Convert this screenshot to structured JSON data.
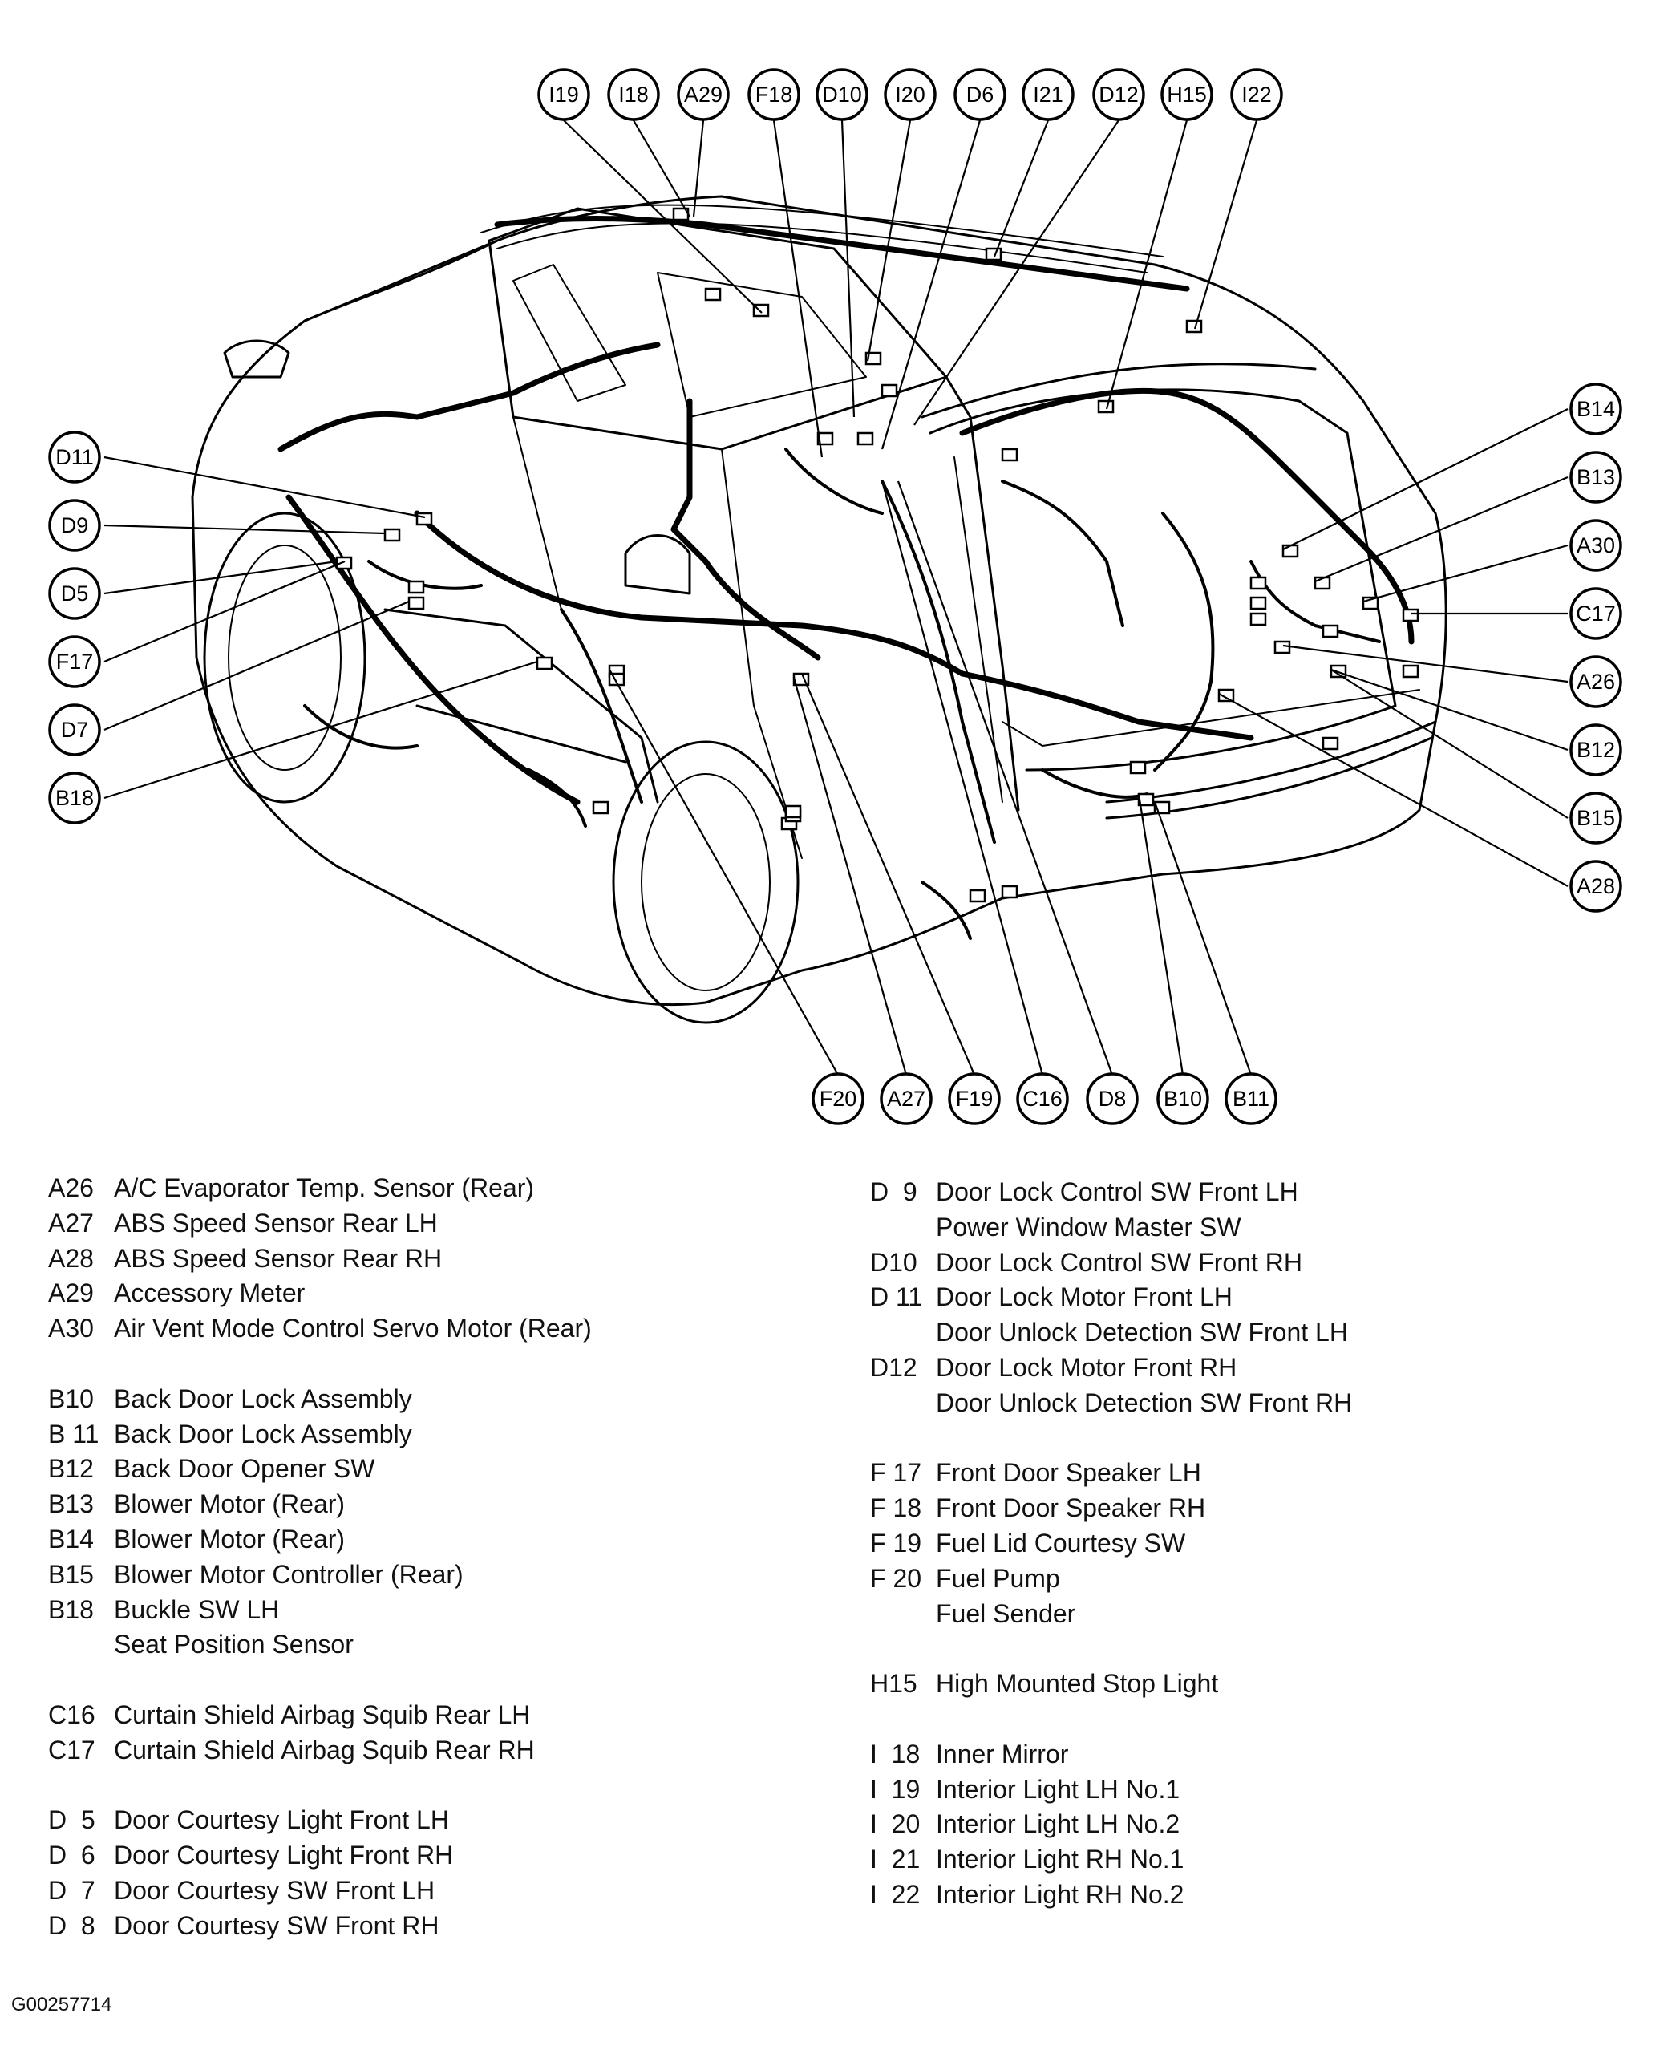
{
  "callouts": [
    {
      "id": "c-i19",
      "label": "I19"
    },
    {
      "id": "c-i18",
      "label": "I18"
    },
    {
      "id": "c-a29",
      "label": "A29"
    },
    {
      "id": "c-f18",
      "label": "F18"
    },
    {
      "id": "c-d10",
      "label": "D10"
    },
    {
      "id": "c-i20",
      "label": "I20"
    },
    {
      "id": "c-d6",
      "label": "D6"
    },
    {
      "id": "c-i21",
      "label": "I21"
    },
    {
      "id": "c-d12",
      "label": "D12"
    },
    {
      "id": "c-h15",
      "label": "H15"
    },
    {
      "id": "c-i22",
      "label": "I22"
    },
    {
      "id": "c-d11",
      "label": "D11"
    },
    {
      "id": "c-d9",
      "label": "D9"
    },
    {
      "id": "c-d5",
      "label": "D5"
    },
    {
      "id": "c-f17",
      "label": "F17"
    },
    {
      "id": "c-d7",
      "label": "D7"
    },
    {
      "id": "c-b18",
      "label": "B18"
    },
    {
      "id": "c-b14",
      "label": "B14"
    },
    {
      "id": "c-b13",
      "label": "B13"
    },
    {
      "id": "c-a30",
      "label": "A30"
    },
    {
      "id": "c-c17",
      "label": "C17"
    },
    {
      "id": "c-a26",
      "label": "A26"
    },
    {
      "id": "c-b12",
      "label": "B12"
    },
    {
      "id": "c-b15",
      "label": "B15"
    },
    {
      "id": "c-a28",
      "label": "A28"
    },
    {
      "id": "c-f20",
      "label": "F20"
    },
    {
      "id": "c-a27",
      "label": "A27"
    },
    {
      "id": "c-f19",
      "label": "F19"
    },
    {
      "id": "c-c16",
      "label": "C16"
    },
    {
      "id": "c-d8",
      "label": "D8"
    },
    {
      "id": "c-b10",
      "label": "B10"
    },
    {
      "id": "c-b11",
      "label": "B11"
    }
  ],
  "legend_left": [
    {
      "code": "A26",
      "desc": "A/C Evaporator Temp. Sensor (Rear)"
    },
    {
      "code": "A27",
      "desc": "ABS Speed Sensor Rear LH"
    },
    {
      "code": "A28",
      "desc": "ABS Speed Sensor Rear RH"
    },
    {
      "code": "A29",
      "desc": "Accessory Meter"
    },
    {
      "code": "A30",
      "desc": "Air Vent Mode Control Servo Motor (Rear)"
    },
    {
      "gap": true
    },
    {
      "code": "B10",
      "desc": "Back Door Lock Assembly"
    },
    {
      "code": "B 11",
      "desc": "Back Door Lock Assembly"
    },
    {
      "code": "B12",
      "desc": "Back Door Opener SW"
    },
    {
      "code": "B13",
      "desc": "Blower Motor (Rear)"
    },
    {
      "code": "B14",
      "desc": "Blower Motor (Rear)"
    },
    {
      "code": "B15",
      "desc": "Blower Motor Controller (Rear)"
    },
    {
      "code": "B18",
      "desc": "Buckle SW LH"
    },
    {
      "code": "",
      "desc": "Seat Position Sensor"
    },
    {
      "gap": true
    },
    {
      "code": "C16",
      "desc": "Curtain Shield Airbag Squib Rear LH"
    },
    {
      "code": "C17",
      "desc": "Curtain Shield Airbag Squib Rear RH"
    },
    {
      "gap": true
    },
    {
      "code": "D  5",
      "desc": "Door Courtesy Light Front LH"
    },
    {
      "code": "D  6",
      "desc": "Door Courtesy Light Front RH"
    },
    {
      "code": "D  7",
      "desc": "Door Courtesy SW Front LH"
    },
    {
      "code": "D  8",
      "desc": "Door Courtesy SW Front RH"
    }
  ],
  "legend_right": [
    {
      "code": "D  9",
      "desc": "Door Lock Control SW Front LH"
    },
    {
      "code": "",
      "desc": "Power Window Master SW"
    },
    {
      "code": "D10",
      "desc": "Door Lock Control SW Front RH"
    },
    {
      "code": "D 11",
      "desc": "Door Lock Motor Front LH"
    },
    {
      "code": "",
      "desc": "Door Unlock Detection SW Front LH"
    },
    {
      "code": "D12",
      "desc": "Door Lock Motor Front RH"
    },
    {
      "code": "",
      "desc": "Door Unlock Detection SW Front RH"
    },
    {
      "gap": true
    },
    {
      "code": "F 17",
      "desc": "Front Door Speaker LH"
    },
    {
      "code": "F 18",
      "desc": "Front Door Speaker RH"
    },
    {
      "code": "F 19",
      "desc": "Fuel Lid Courtesy SW"
    },
    {
      "code": "F 20",
      "desc": "Fuel Pump"
    },
    {
      "code": "",
      "desc": "Fuel Sender"
    },
    {
      "gap": true
    },
    {
      "code": "H15",
      "desc": "High Mounted Stop Light"
    },
    {
      "gap": true
    },
    {
      "code": "I  18",
      "desc": "Inner Mirror"
    },
    {
      "code": "I  19",
      "desc": "Interior Light LH No.1"
    },
    {
      "code": "I  20",
      "desc": "Interior Light LH No.2"
    },
    {
      "code": "I  21",
      "desc": "Interior Light RH No.1"
    },
    {
      "code": "I  22",
      "desc": "Interior Light RH No.2"
    }
  ],
  "figure_id": "G00257714"
}
